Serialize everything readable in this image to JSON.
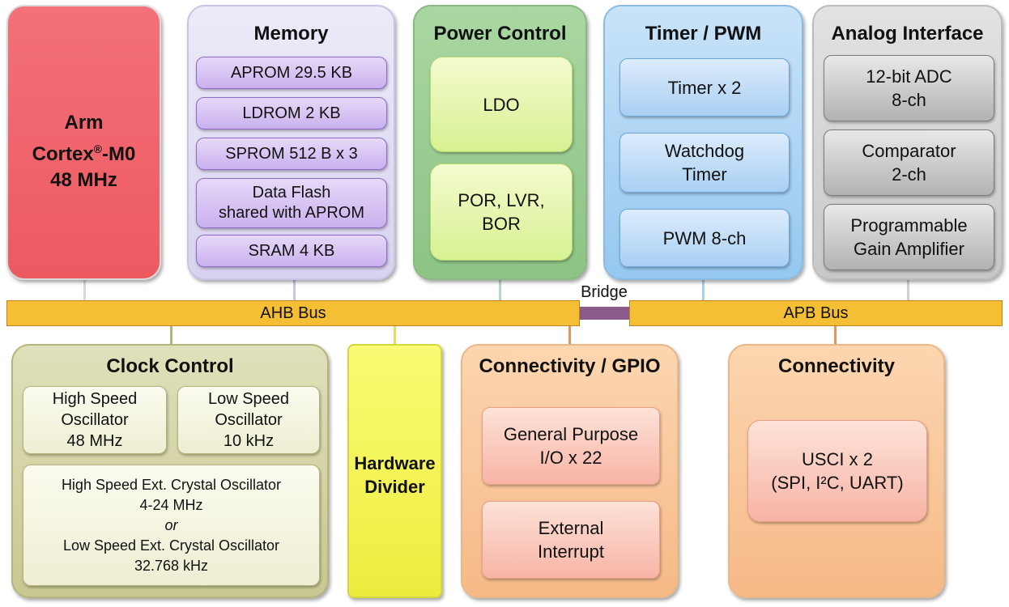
{
  "cpu": {
    "line1": "Arm",
    "line2_pre": "Cortex",
    "line2_sup": "®",
    "line2_post": "-M0",
    "line3": "48 MHz"
  },
  "memory": {
    "title": "Memory",
    "items": [
      "APROM 29.5 KB",
      "LDROM 2 KB",
      "SPROM 512 B x 3",
      "Data Flash",
      "shared with APROM",
      "SRAM 4 KB"
    ]
  },
  "power": {
    "title": "Power Control",
    "items": [
      "LDO",
      "POR, LVR,",
      "BOR"
    ]
  },
  "timer": {
    "title": "Timer / PWM",
    "items": [
      "Timer x 2",
      "Watchdog",
      "Timer",
      "PWM 8-ch"
    ]
  },
  "analog": {
    "title": "Analog Interface",
    "items": [
      "12-bit ADC",
      "8-ch",
      "Comparator",
      "2-ch",
      "Programmable",
      "Gain Amplifier"
    ]
  },
  "bus": {
    "ahb": "AHB Bus",
    "apb": "APB Bus",
    "bridge": "Bridge"
  },
  "clock": {
    "title": "Clock Control",
    "hso": [
      "High Speed",
      "Oscillator",
      "48 MHz"
    ],
    "lso": [
      "Low Speed",
      "Oscillator",
      "10 kHz"
    ],
    "ext": [
      "High Speed Ext. Crystal Oscillator",
      "4-24 MHz",
      "or",
      "Low Speed Ext. Crystal Oscillator",
      "32.768 kHz"
    ]
  },
  "divider": {
    "line1": "Hardware",
    "line2": "Divider"
  },
  "gpio": {
    "title": "Connectivity / GPIO",
    "items": [
      "General Purpose",
      "I/O x 22",
      "External",
      "Interrupt"
    ]
  },
  "connectivity": {
    "title": "Connectivity",
    "items": [
      "USCI x 2",
      "(SPI, I²C, UART)"
    ]
  },
  "colors": {
    "cpu": "#ec5a60",
    "bus": "#f4be35",
    "bridge": "#8a5a8a"
  }
}
